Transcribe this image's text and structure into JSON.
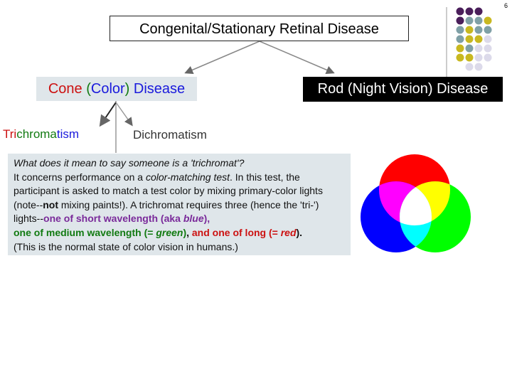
{
  "slide_number": "6",
  "diagram": {
    "root": "Congenital/Stationary Retinal Disease",
    "cone_parts": [
      "Cone ",
      "(",
      "Color",
      ")",
      " Disease"
    ],
    "rod": "Rod (Night Vision) Disease",
    "tri_parts": [
      "Tri",
      "chroma",
      "tism"
    ],
    "dichromatism": "Dichromatism"
  },
  "info": {
    "q": "What does it mean to say someone is a 'trichromat'?",
    "l1a": "It concerns performance on a ",
    "l1b": "color-matching test",
    "l1c": ". In this test, the participant is asked to match a test color by mixing primary-color lights (note--",
    "l1d": "not",
    "l1e": " mixing paints!). A trichromat requires three (hence the 'tri-') lights--",
    "short": "one of short wavelength (aka ",
    "blue": "blue",
    "short_end": "),",
    "medium": "one of medium wavelength (= ",
    "green": "green",
    "medium_end": ")",
    "comma": ",",
    "long": " and one of long (= ",
    "red": "red",
    "long_end": ").",
    "normal": "(This is the normal state of color vision in humans.)"
  },
  "colors": {
    "arrow": "#888888",
    "box_fill": "#dfe6ea",
    "dot_purple": "#4a1e5a",
    "dot_teal": "#7fa0a6",
    "dot_olive": "#c8b820",
    "dot_lavender": "#dcdaea"
  }
}
